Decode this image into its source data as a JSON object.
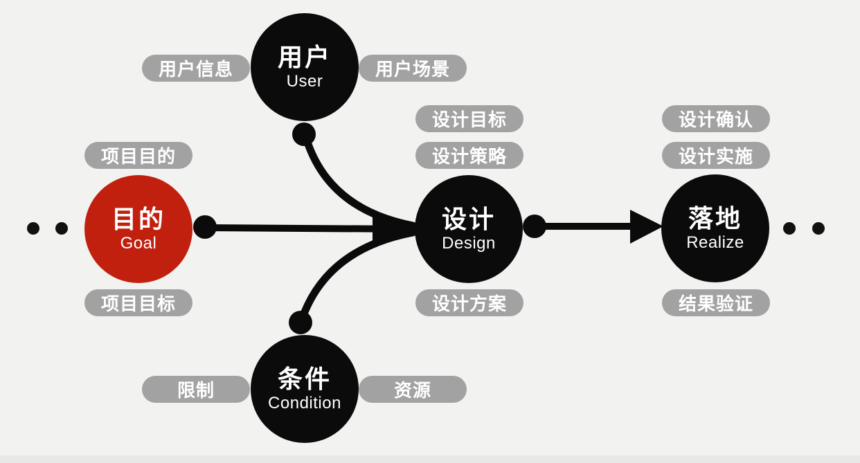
{
  "diagram": {
    "type": "flow-diagram",
    "colors": {
      "background": "#f2f2f0",
      "goal_red": "#c1200f",
      "node_black": "#0b0b0b",
      "pill_gray": "#a2a2a2",
      "text_white": "#ffffff"
    },
    "nodes": {
      "goal": {
        "zh": "目的",
        "en": "Goal"
      },
      "user": {
        "zh": "用户",
        "en": "User"
      },
      "condition": {
        "zh": "条件",
        "en": "Condition"
      },
      "design": {
        "zh": "设计",
        "en": "Design"
      },
      "realize": {
        "zh": "落地",
        "en": "Realize"
      }
    },
    "pills": {
      "goal_top": "项目目的",
      "goal_bottom": "项目目标",
      "user_left": "用户信息",
      "user_right": "用户场景",
      "condition_left": "限制",
      "condition_right": "资源",
      "design_top1": "设计目标",
      "design_top2": "设计策略",
      "design_bottom": "设计方案",
      "realize_top1": "设计确认",
      "realize_top2": "设计实施",
      "realize_bottom": "结果验证"
    },
    "edges": [
      {
        "from": "goal",
        "to": "design",
        "style": "straight"
      },
      {
        "from": "user",
        "to": "design",
        "style": "curve"
      },
      {
        "from": "condition",
        "to": "design",
        "style": "curve"
      },
      {
        "from": "design",
        "to": "realize",
        "style": "arrow"
      }
    ],
    "continuation": {
      "left_ellipsis_dots": 2,
      "right_ellipsis_dots": 2
    }
  }
}
